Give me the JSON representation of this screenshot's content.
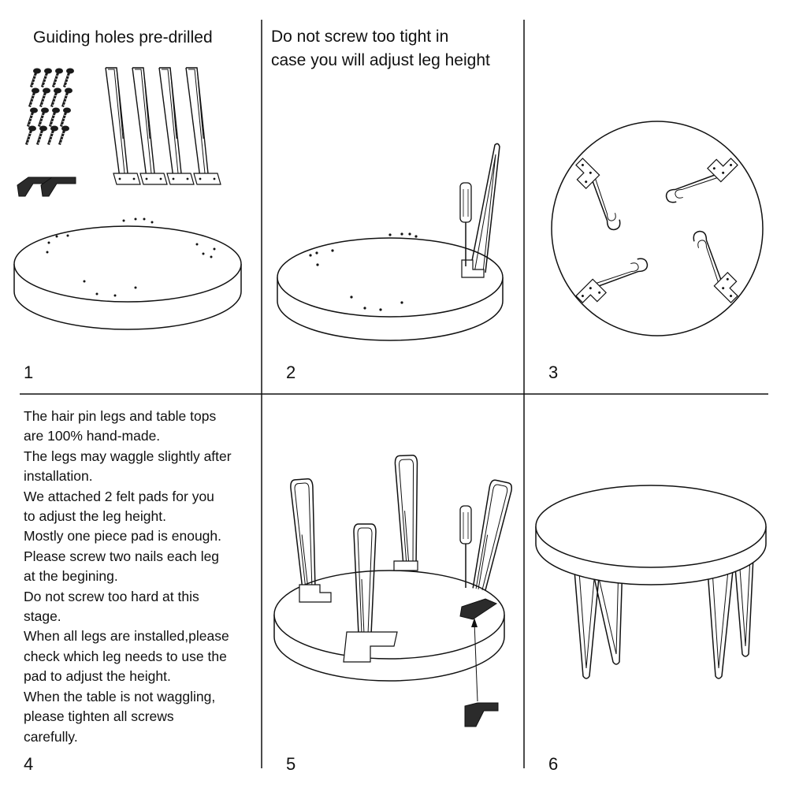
{
  "panels": [
    {
      "number": "1",
      "caption": [
        "Guiding holes pre-drilled"
      ]
    },
    {
      "number": "2",
      "caption": [
        "Do not screw  too tight in",
        "case you will  adjust leg height"
      ]
    },
    {
      "number": "3",
      "caption": []
    },
    {
      "number": "4",
      "caption": [
        "The hair pin legs and table tops",
        "are 100% hand-made.",
        "The legs may waggle slightly after",
        "installation.",
        "We attached 2 felt pads for you",
        "to adjust the leg height.",
        "Mostly one piece pad is enough.",
        "Please screw two nails each leg",
        "at the begining.",
        "Do not screw too hard at this",
        "stage.",
        "When all legs are installed,please",
        "check which leg needs to use the",
        "pad to adjust the height.",
        "When the table is not waggling,",
        "please tighten all screws",
        "carefully."
      ]
    },
    {
      "number": "5",
      "caption": []
    },
    {
      "number": "6",
      "caption": []
    }
  ]
}
